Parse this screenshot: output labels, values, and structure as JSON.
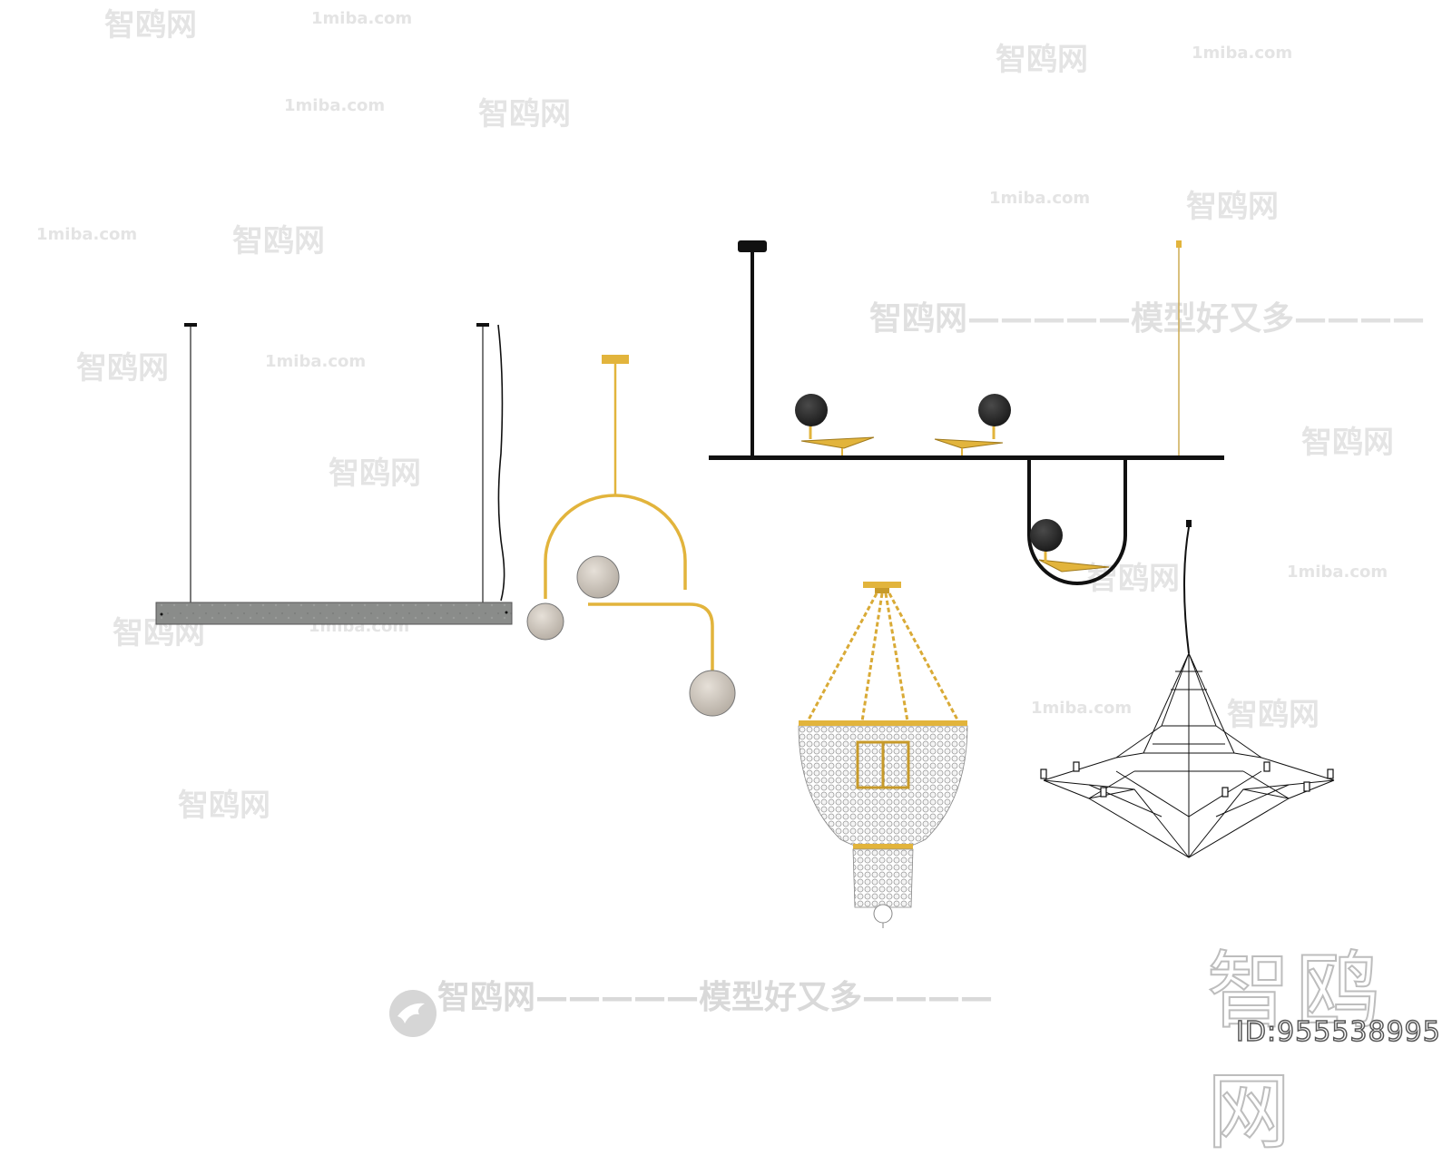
{
  "watermarks": {
    "site": "1miba.com",
    "brand": "智鸥网",
    "dashes": "————",
    "dashes_long": "—————",
    "slogan": "智鸥网—————模型好又多————"
  },
  "corner": {
    "brand": "智鸥网",
    "id_text": "ID:955538995"
  },
  "icons": [
    "bird-logo-icon"
  ],
  "colors": {
    "gold": "#e2b43c",
    "black": "#111111",
    "concrete": "#8a8c8a",
    "globe_smoke": "#cbc4bc",
    "globe_dark": "#2b2b2b",
    "watermark": "#e4e4e4"
  }
}
